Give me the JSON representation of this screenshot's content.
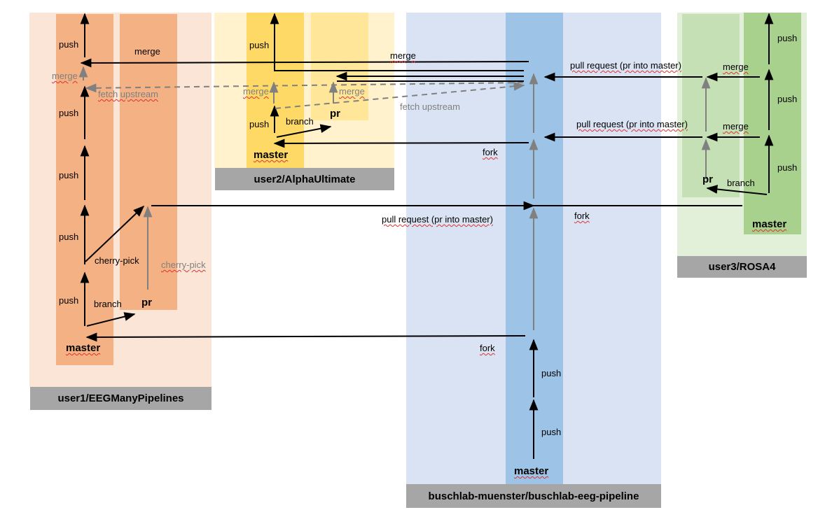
{
  "repos": {
    "user1": "user1/EEGManyPipelines",
    "user2": "user2/AlphaUltimate",
    "user3": "user3/ROSA4",
    "main": "buschlab-muenster/buschlab-eeg-pipeline"
  },
  "branches": {
    "u1_master": "master",
    "u1_pr": "pr",
    "u2_master": "master",
    "u2_pr": "pr",
    "u3_master": "master",
    "u3_pr": "pr",
    "main_master": "master"
  },
  "labels": {
    "push": "push",
    "merge": "merge",
    "branch": "branch",
    "fork": "fork",
    "cherry_pick": "cherry-pick",
    "fetch_upstream": "fetch upstream",
    "pull_request": "pull request (pr into master)"
  },
  "colors": {
    "user1_bg": "#fbe5d6",
    "user1_col": "#f4b183",
    "user2_bg": "#fff2cc",
    "user2_master": "#ffd966",
    "user3_bg": "#e2f0d9",
    "user3_pr": "#c5e0b4",
    "user3_master": "#a9d18e",
    "main_bg": "#dae3f3",
    "main_master": "#9dc3e6",
    "footer": "#a6a6a6",
    "arrow": "#000000",
    "arrow_gray": "#808080"
  }
}
